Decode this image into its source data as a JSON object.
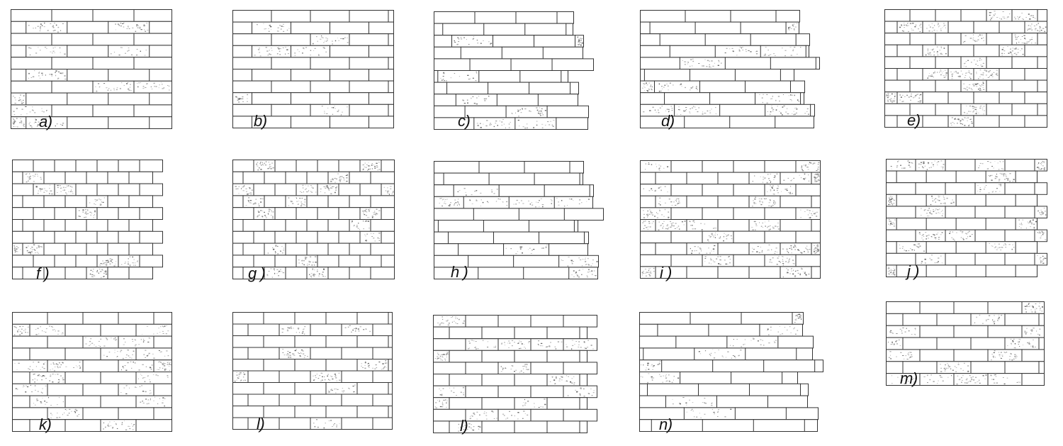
{
  "figure": {
    "panels": [
      {
        "label": "a)",
        "bond": "running bond, 3/8 offset",
        "edge": "flush",
        "speckle": "medium"
      },
      {
        "label": "b)",
        "bond": "running bond, 1/2 offset",
        "edge": "flush",
        "speckle": "light"
      },
      {
        "label": "c)",
        "bond": "raking stretcher bond",
        "edge": "stepped right",
        "speckle": "light"
      },
      {
        "label": "d)",
        "bond": "raking stretcher bond",
        "edge": "stepped right",
        "speckle": "heavy"
      },
      {
        "label": "e)",
        "bond": "running bond, short units",
        "edge": "flush",
        "speckle": "medium"
      },
      {
        "label": "f )",
        "bond": "running bond, short units",
        "edge": "toothed right",
        "speckle": "light"
      },
      {
        "label": "g )",
        "bond": "running bond, short units",
        "edge": "flush",
        "speckle": "light"
      },
      {
        "label": "h )",
        "bond": "raking stretcher bond",
        "edge": "stepped right",
        "speckle": "medium"
      },
      {
        "label": "i )",
        "bond": "running bond, mixed lengths",
        "edge": "flush",
        "speckle": "medium"
      },
      {
        "label": "j )",
        "bond": "running bond, mixed lengths",
        "edge": "toothed right",
        "speckle": "medium"
      },
      {
        "label": "k)",
        "bond": "running bond, 1/2 offset",
        "edge": "flush",
        "speckle": "heavy"
      },
      {
        "label": "l)",
        "bond": "running bond, long units",
        "edge": "flush",
        "speckle": "light"
      },
      {
        "label": "l)",
        "bond": "running bond, mixed lengths",
        "edge": "toothed right",
        "speckle": "medium"
      },
      {
        "label": "n)",
        "bond": "raking stretcher bond",
        "edge": "stepped right",
        "speckle": "medium"
      },
      {
        "label": "m)",
        "bond": "running bond, 1/2 offset",
        "edge": "flush",
        "speckle": "medium"
      }
    ]
  }
}
